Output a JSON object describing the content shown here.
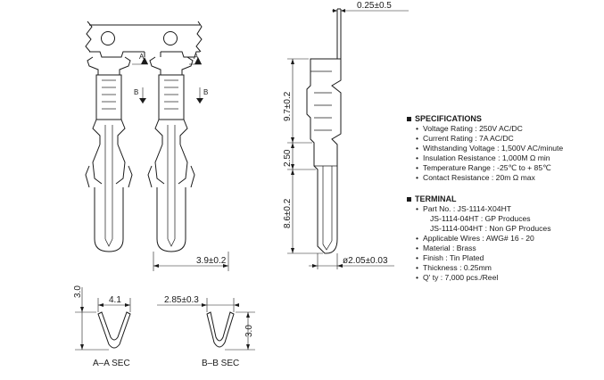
{
  "dimensions": {
    "thickness_tol": "0.25±0.5",
    "upper_length": "9.7±0.2",
    "mid_length": "2.50",
    "lower_length": "8.6±0.2",
    "diameter": "ø2.05±0.03",
    "pitch_width": "3.9±0.2",
    "aa_width": "4.1",
    "aa_height": "3.0",
    "bb_width": "2.85±0.3",
    "bb_height": "3.0"
  },
  "section_marks": {
    "a": "A",
    "b": "B",
    "aa_caption": "A–A SEC",
    "bb_caption": "B–B SEC"
  },
  "specifications": {
    "title": "SPECIFICATIONS",
    "items": [
      "Voltage Rating : 250V AC/DC",
      "Current Rating : 7A AC/DC",
      "Withstanding Voltage : 1,500V AC/minute",
      "Insulation Resistance : 1,000M Ω min",
      "Temperature Range : -25℃ to + 85℃",
      "Contact Resistance : 20m Ω max"
    ]
  },
  "terminal": {
    "title": "TERMINAL",
    "part_no": "Part No. : JS-1114-X04HT",
    "part_variants": [
      "JS-1114-04HT : GP Produces",
      "JS-1114-004HT : Non GP Produces"
    ],
    "items": [
      "Applicable Wires : AWG# 16 - 20",
      "Material : Brass",
      "Finish : Tin Plated",
      "Thickness : 0.25mm",
      "Q' ty : 7,000 pcs./Reel"
    ]
  }
}
